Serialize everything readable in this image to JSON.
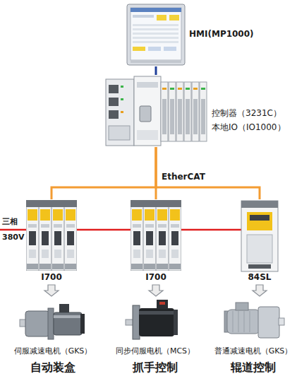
{
  "diagram": {
    "nodes": [
      {
        "text": [
          "HMI(MP1000)"
        ]
      },
      {
        "text": [
          "控制器（3231C）",
          "本地IO（IO1000）"
        ]
      },
      {
        "text": [
          "I700"
        ]
      },
      {
        "text": [
          "I700"
        ]
      },
      {
        "text": [
          "84SL"
        ]
      },
      {
        "text": [
          "伺服减速电机（GKS）",
          "自动装盒"
        ]
      },
      {
        "text": [
          "同步伺服电机（MCS）",
          "抓手控制"
        ]
      },
      {
        "text": [
          "普通减速电机（GKS）",
          "辊道控制"
        ]
      }
    ],
    "edges": [
      {
        "from": 0,
        "to": 1,
        "arrow": "none"
      },
      {
        "from": 1,
        "to": 2,
        "arrow": "none"
      },
      {
        "from": 1,
        "to": 3,
        "arrow": "none"
      },
      {
        "from": 1,
        "to": 4,
        "arrow": "none"
      },
      {
        "from": 2,
        "to": 5,
        "arrow": "to"
      },
      {
        "from": 3,
        "to": 6,
        "arrow": "to"
      },
      {
        "from": 4,
        "to": 7,
        "arrow": "to"
      }
    ],
    "labels": [
      "EtherCAT",
      "三相 380V"
    ]
  }
}
